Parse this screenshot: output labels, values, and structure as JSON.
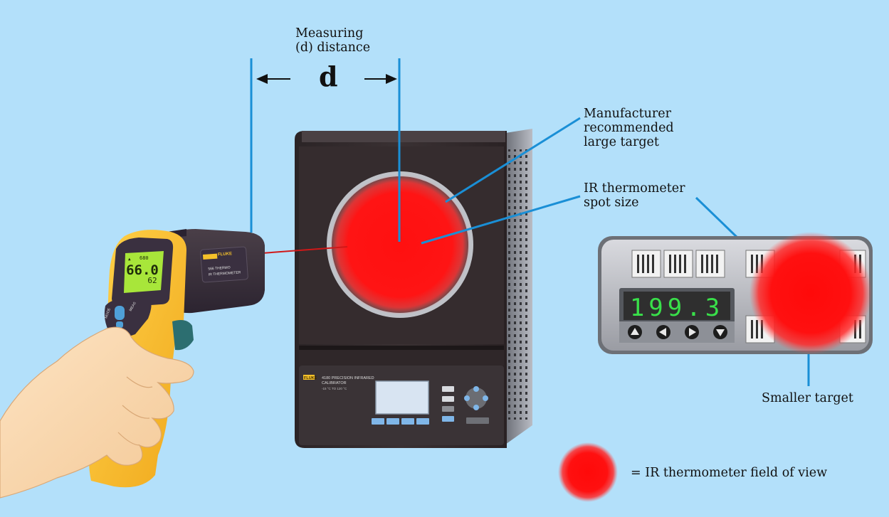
{
  "labels": {
    "measuring": [
      "Measuring",
      "(d) distance"
    ],
    "d_letter": "d",
    "large_target": [
      "Manufacturer",
      "recommended",
      "large target"
    ],
    "spot_size": [
      "IR thermometer",
      "spot size"
    ],
    "smaller_target": "Smaller target",
    "legend": "= IR thermometer field of view"
  },
  "thermometer": {
    "brand": "FLUKE",
    "model_line1": "566 THERMO",
    "model_line2": "IR THERMOMETER",
    "reading_main": "66.0",
    "reading_sub": "62",
    "lcd_top_small": "680",
    "lcd_left_small": "▲",
    "btn_left": "MODE",
    "btn_right": "MEAS"
  },
  "calibrator": {
    "brand": "FLUKE",
    "model_line1": "4180 PRECISION INFRARED",
    "model_line2": "CALIBRATOR",
    "model_line3": "-15 °C TO 120 °C"
  },
  "panel": {
    "display_value": "199.3"
  },
  "colors": {
    "background": "#b3e0fa",
    "leader_line": "#1a8fd6",
    "target_red": "#ff1212",
    "laser": "#d01818",
    "gun_yellow": "#f5b82a",
    "lcd_green": "#a8e63a",
    "panel_digits": "#39e04a"
  }
}
